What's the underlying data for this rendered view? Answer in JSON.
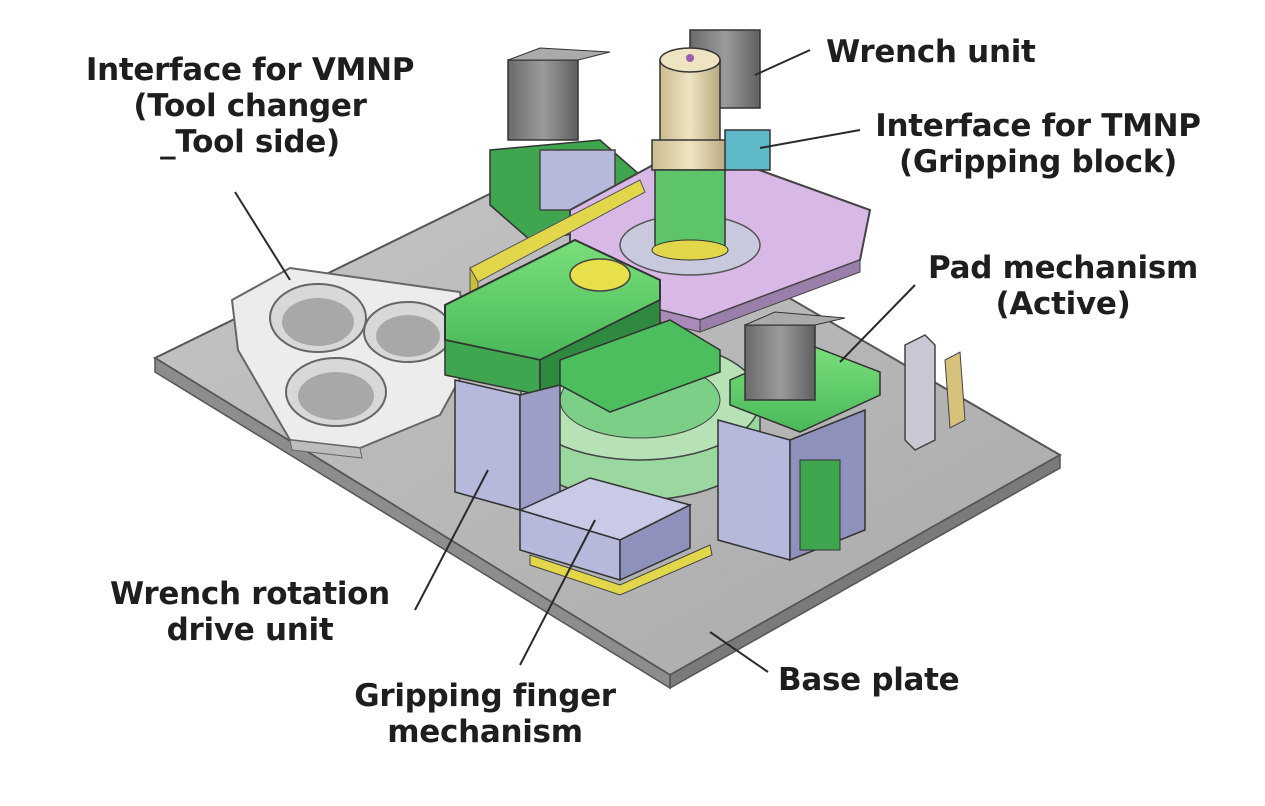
{
  "labels": {
    "vmnp": {
      "lines": [
        "Interface for VMNP",
        "(Tool changer",
        "_Tool side)"
      ]
    },
    "wrench_unit": {
      "lines": [
        "Wrench unit"
      ]
    },
    "tmnp": {
      "lines": [
        "Interface for TMNP",
        "(Gripping block)"
      ]
    },
    "pad": {
      "lines": [
        "Pad mechanism",
        "(Active)"
      ]
    },
    "wrench_rotation": {
      "lines": [
        "Wrench rotation",
        "drive unit"
      ]
    },
    "gripping_finger": {
      "lines": [
        "Gripping finger",
        "mechanism"
      ]
    },
    "base_plate": {
      "lines": [
        "Base plate"
      ]
    }
  },
  "colors": {
    "base_plate": "#b9b9b9",
    "green_part": "#66d466",
    "dark_green": "#3e9e4a",
    "lavender": "#b6b8dc",
    "pink_plate": "#d8b8e4",
    "tan": "#d6c9a2",
    "motor_grey": "#7a7a7a",
    "yellow": "#e2d64a",
    "leader_line": "#2a2a2a"
  }
}
